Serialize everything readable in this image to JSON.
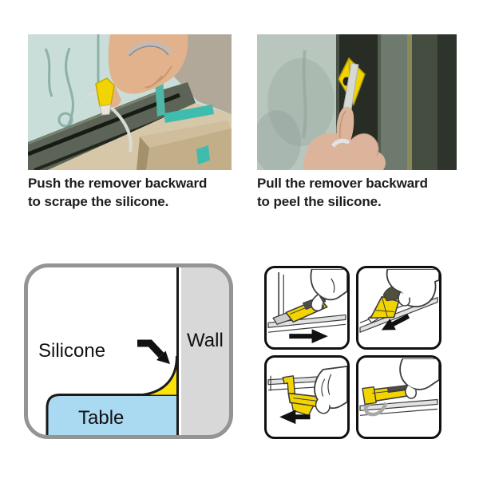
{
  "sheet": {
    "background": "#ffffff"
  },
  "steps": [
    {
      "photo": "hand-pushing-yellow-remover-along-window-sill",
      "caption_line1": "Push the remover backward",
      "caption_line2": "to scrape the silicone."
    },
    {
      "photo": "hand-pulling-yellow-remover-down-window-frame",
      "caption_line1": "Pull the remover backward",
      "caption_line2": "to peel the silicone."
    }
  ],
  "diagram": {
    "silicone_label": "Silicone",
    "wall_label": "Wall",
    "table_label": "Table",
    "colors": {
      "silicone": "#FFE10A",
      "table": "#A9DAF2",
      "wall": "#D8D8D8",
      "outline": "#1A1A1A",
      "frame_border": "#949494"
    }
  },
  "panel_grid": {
    "panels": [
      {
        "name": "push-remover-along-corner",
        "arrow_direction": "right"
      },
      {
        "name": "peel-silicone-strip",
        "arrow_direction": "down-left"
      },
      {
        "name": "pull-remover-along-track",
        "arrow_direction": "left"
      },
      {
        "name": "scrape-silicone-under-rail",
        "arrow_direction": "none"
      }
    ]
  },
  "colors": {
    "tool_yellow": "#F2D400",
    "arrow_black": "#111111",
    "caption_text": "#1D1D1D"
  }
}
